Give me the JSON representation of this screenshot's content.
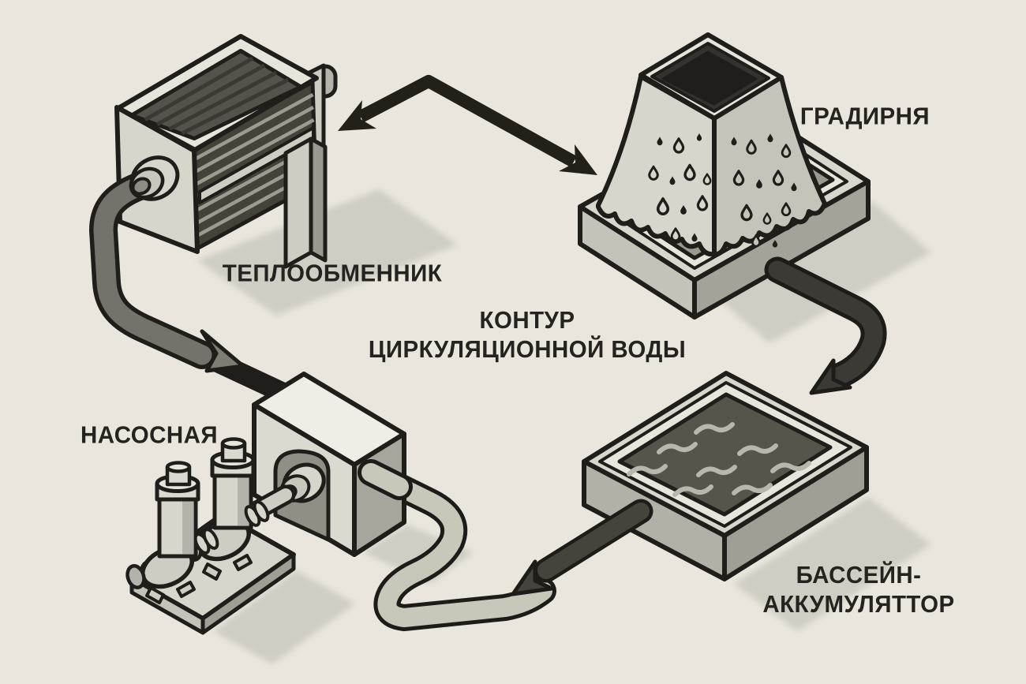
{
  "palette": {
    "background": "#eae6dd",
    "outline": "#1f1e1a",
    "text": "#25231f",
    "metal_light": "#d8d5cc",
    "metal_mid": "#b3b0a7",
    "metal_dark": "#8f8c83",
    "water_dark": "#57544b",
    "pipe_dark": "#45433c",
    "arrow_black": "#222018"
  },
  "diagram": {
    "center_label": {
      "line1": "КОНТУР",
      "line2": "ЦИРКУЛЯЦИОННОЙ ВОДЫ"
    },
    "components": {
      "heat_exchanger": {
        "label": "ТЕПЛООБМЕННИК"
      },
      "cooling_tower": {
        "label": "ГРАДИРНЯ"
      },
      "pump_station": {
        "label": "НАСОСНАЯ"
      },
      "accumulator_basin": {
        "label_line1": "БАССЕЙН-",
        "label_line2": "АККУМУЛЯТТОР"
      }
    },
    "flows": [
      {
        "from": "heat_exchanger",
        "to": "cooling_tower",
        "style": "double-headed-arrow"
      },
      {
        "from": "cooling_tower",
        "to": "accumulator_basin",
        "style": "pipe-arrow"
      },
      {
        "from": "accumulator_basin",
        "to": "pump_station",
        "style": "pipe-arrow"
      },
      {
        "from": "heat_exchanger",
        "to": "pump_station",
        "style": "pipe-arrow"
      }
    ]
  }
}
